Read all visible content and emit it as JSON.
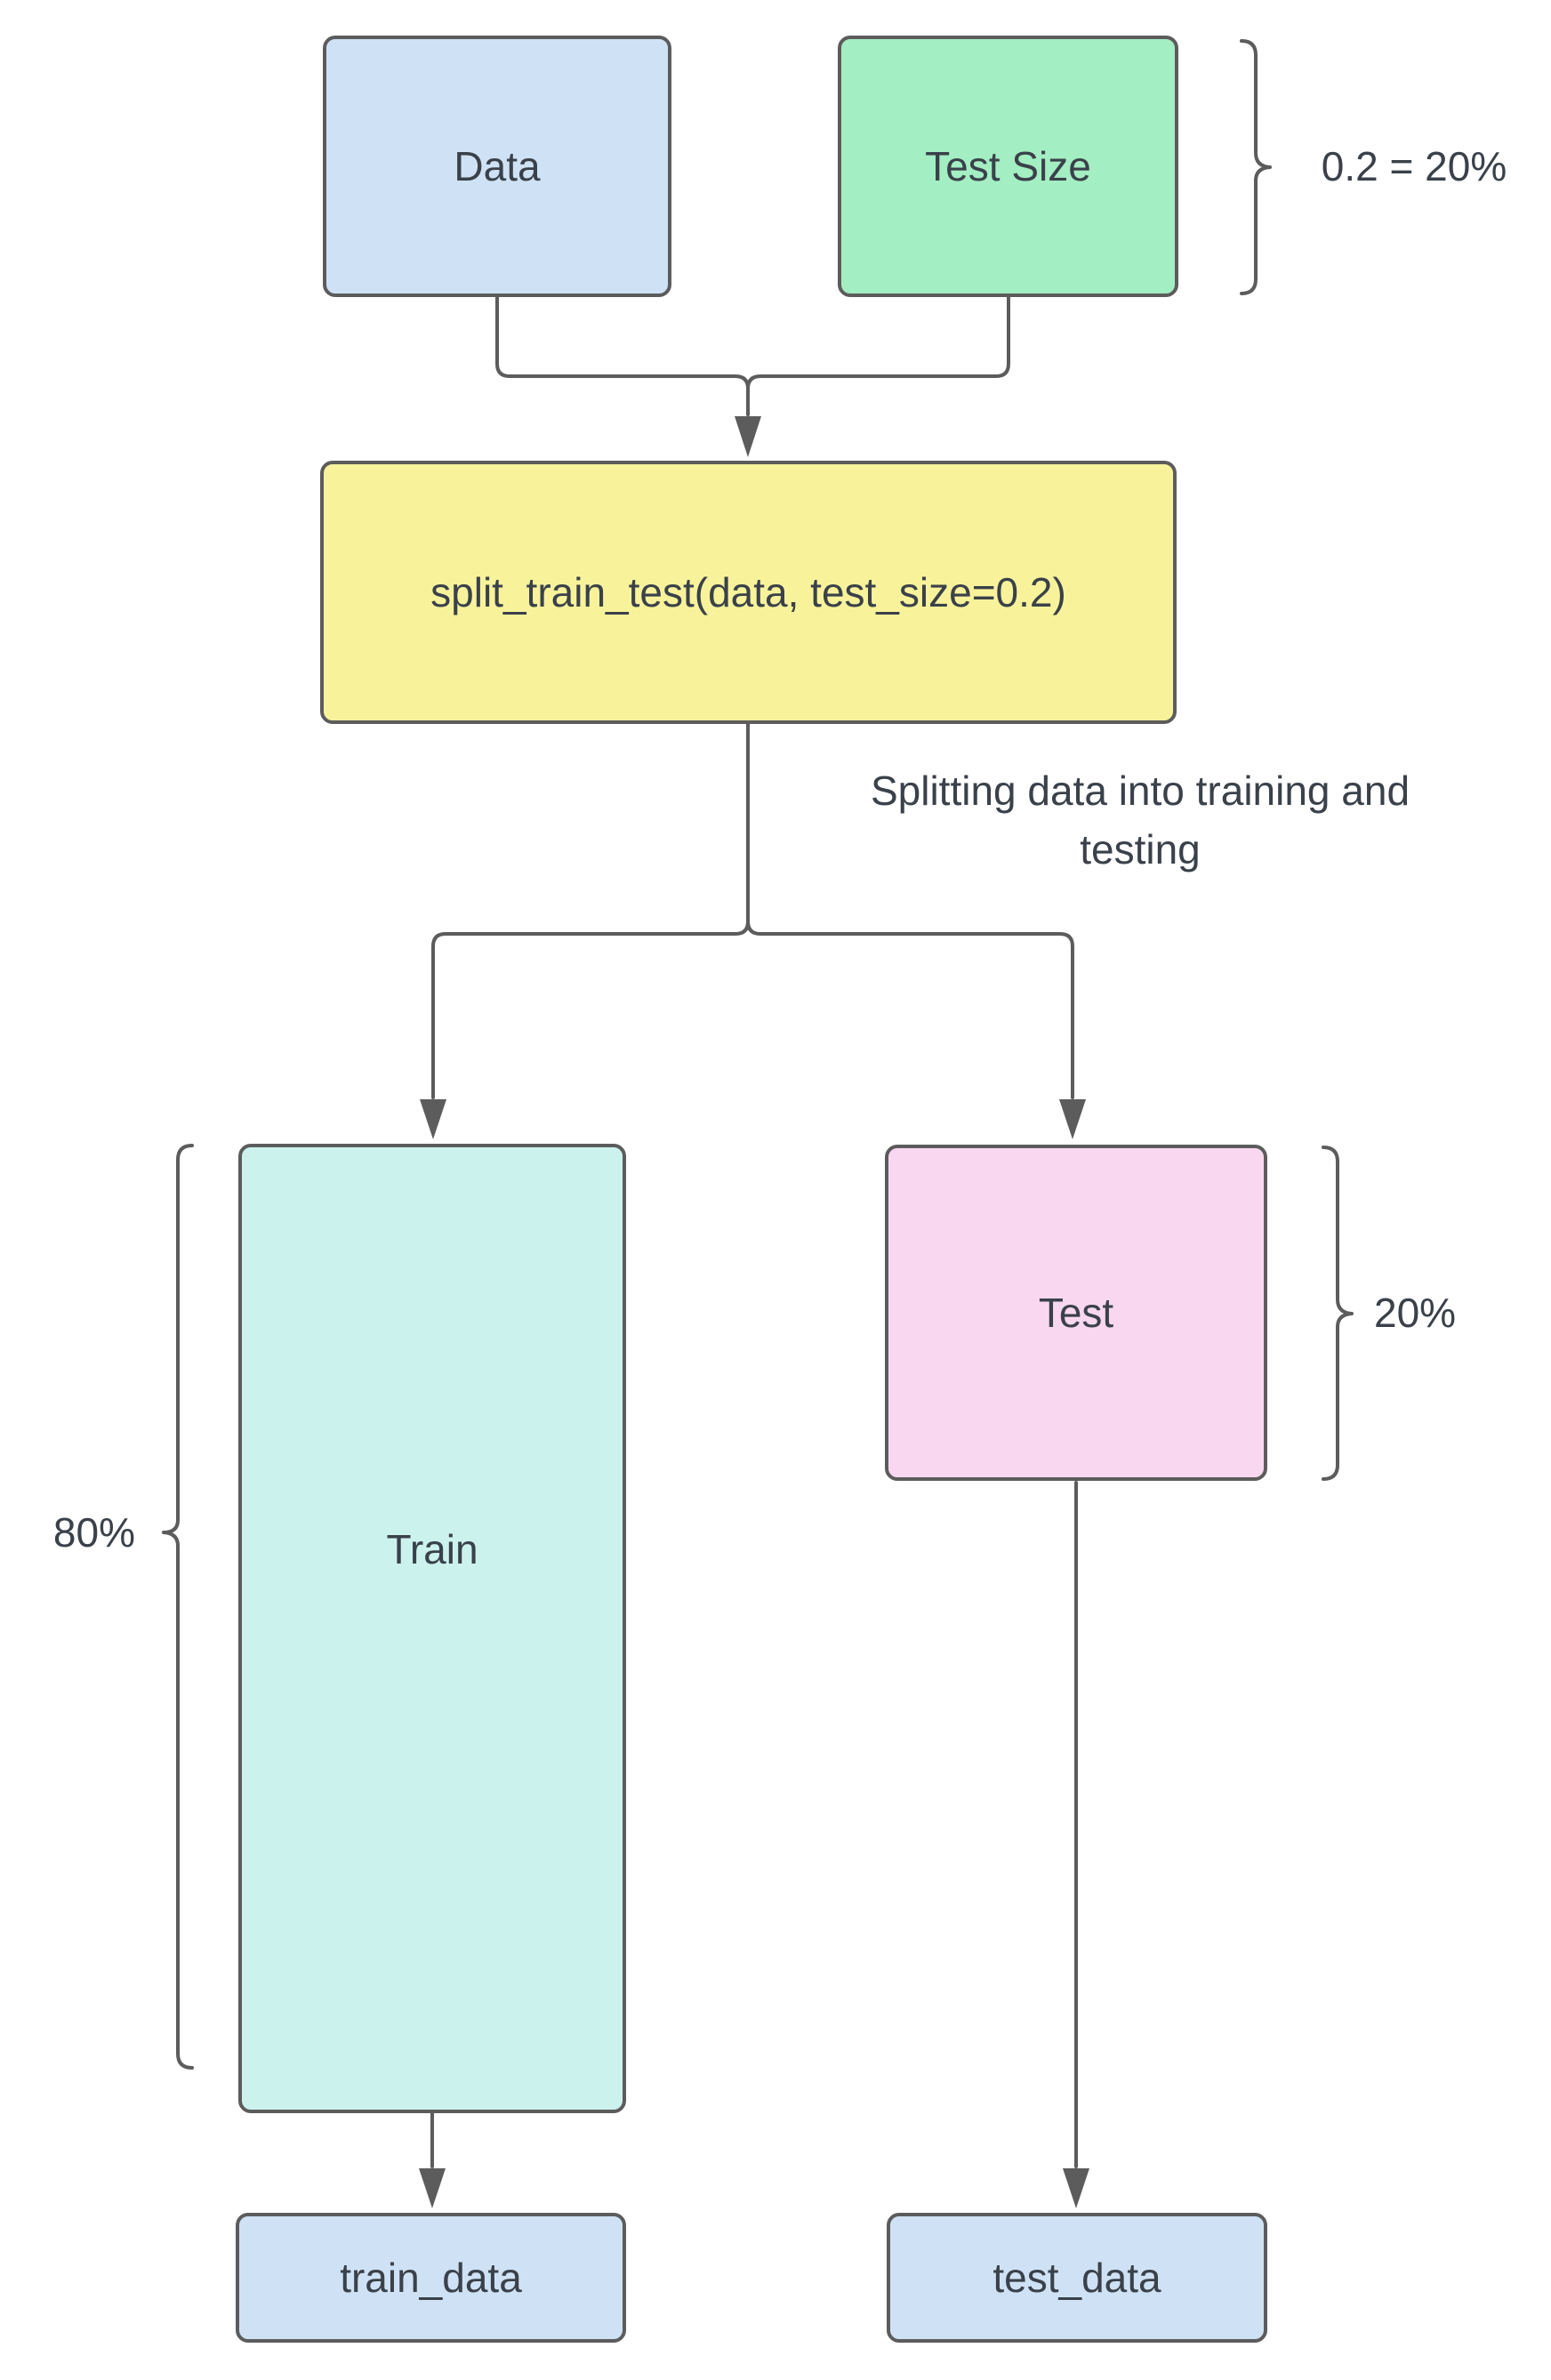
{
  "diagram_title": "train test split flow",
  "colors": {
    "box_blue": "#cfe2f5",
    "box_green": "#a3eec2",
    "box_yellow": "#f8f39b",
    "box_cyan": "#ccf2ee",
    "box_pink": "#f9d7f0",
    "border": "#5c5c5c",
    "line": "#5c5c5c",
    "text": "#3a414a"
  },
  "nodes": {
    "data": {
      "label": "Data"
    },
    "test_size": {
      "label": "Test Size"
    },
    "split_function": {
      "label": "split_train_test(data, test_size=0.2)"
    },
    "train": {
      "label": "Train"
    },
    "test": {
      "label": "Test"
    },
    "train_data": {
      "label": "train_data"
    },
    "test_data": {
      "label": "test_data"
    }
  },
  "annotations": {
    "test_size_note": "0.2 = 20%",
    "split_caption": "Splitting data into training and testing",
    "train_percent": "80%",
    "test_percent": "20%"
  }
}
